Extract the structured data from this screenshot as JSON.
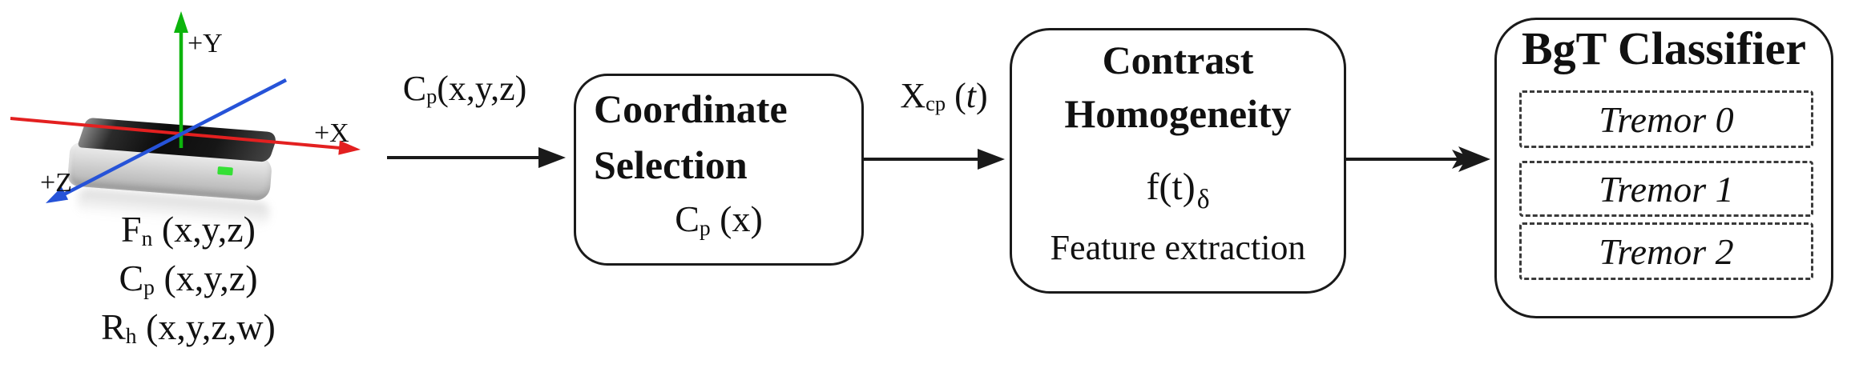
{
  "figure": {
    "device": {
      "axis_labels": {
        "x": "+X",
        "y": "+Y",
        "z": "+Z"
      },
      "axis_colors": {
        "x": "#e32020",
        "y": "#0cb40c",
        "z": "#2653d8"
      },
      "led_color": "#35e035",
      "outputs": [
        {
          "base": "F",
          "sub": "n",
          "args": " (x,y,z)"
        },
        {
          "base": "C",
          "sub": "p",
          "args": " (x,y,z)"
        },
        {
          "base": "R",
          "sub": "h",
          "args": " (x,y,z,w)"
        }
      ]
    },
    "flow_labels": {
      "arrow1": {
        "base": "C",
        "sub": "p",
        "args": "(x,y,z)"
      },
      "arrow2": {
        "base": "X",
        "sub": "cp",
        "open": " (",
        "var": "t",
        "close": ")"
      }
    },
    "boxes": {
      "coordinate_selection": {
        "title_line1": "Coordinate",
        "title_line2": "Selection",
        "formula": {
          "base": "C",
          "sub": "p",
          "args": " (x)"
        }
      },
      "contrast_homogeneity": {
        "title_line1": "Contrast",
        "title_line2": "Homogeneity",
        "formula": {
          "main": "f(t)",
          "sub": "δ"
        },
        "subtitle": "Feature extraction"
      },
      "bgt_classifier": {
        "title": "BgT Classifier",
        "classes": [
          {
            "label": "Tremor 0"
          },
          {
            "label": "Tremor 1"
          },
          {
            "label": "Tremor 2"
          }
        ]
      }
    }
  }
}
